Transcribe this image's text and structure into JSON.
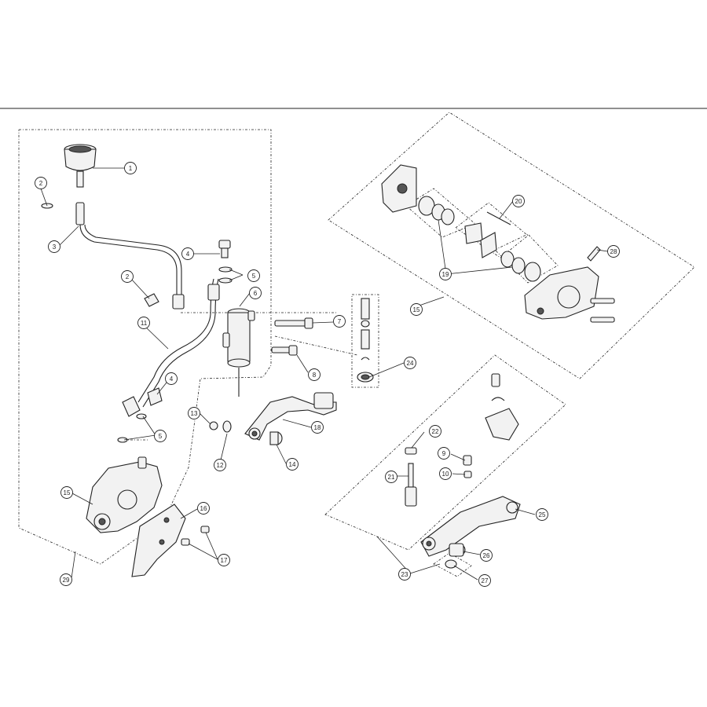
{
  "callouts": [
    {
      "id": "c1",
      "label": "1"
    },
    {
      "id": "c2a",
      "label": "2"
    },
    {
      "id": "c2b",
      "label": "2"
    },
    {
      "id": "c3",
      "label": "3"
    },
    {
      "id": "c4a",
      "label": "4"
    },
    {
      "id": "c4b",
      "label": "4"
    },
    {
      "id": "c5a",
      "label": "5"
    },
    {
      "id": "c5b",
      "label": "5"
    },
    {
      "id": "c6",
      "label": "6"
    },
    {
      "id": "c7",
      "label": "7"
    },
    {
      "id": "c8",
      "label": "8"
    },
    {
      "id": "c9",
      "label": "9"
    },
    {
      "id": "c10",
      "label": "10"
    },
    {
      "id": "c11",
      "label": "11"
    },
    {
      "id": "c12",
      "label": "12"
    },
    {
      "id": "c13",
      "label": "13"
    },
    {
      "id": "c14",
      "label": "14"
    },
    {
      "id": "c15a",
      "label": "15"
    },
    {
      "id": "c15b",
      "label": "15"
    },
    {
      "id": "c16",
      "label": "16"
    },
    {
      "id": "c17",
      "label": "17"
    },
    {
      "id": "c18",
      "label": "18"
    },
    {
      "id": "c19",
      "label": "19"
    },
    {
      "id": "c20",
      "label": "20"
    },
    {
      "id": "c21",
      "label": "21"
    },
    {
      "id": "c22",
      "label": "22"
    },
    {
      "id": "c23",
      "label": "23"
    },
    {
      "id": "c24",
      "label": "24"
    },
    {
      "id": "c25",
      "label": "25"
    },
    {
      "id": "c26",
      "label": "26"
    },
    {
      "id": "c27",
      "label": "27"
    },
    {
      "id": "c28",
      "label": "28"
    },
    {
      "id": "c29",
      "label": "29"
    }
  ]
}
